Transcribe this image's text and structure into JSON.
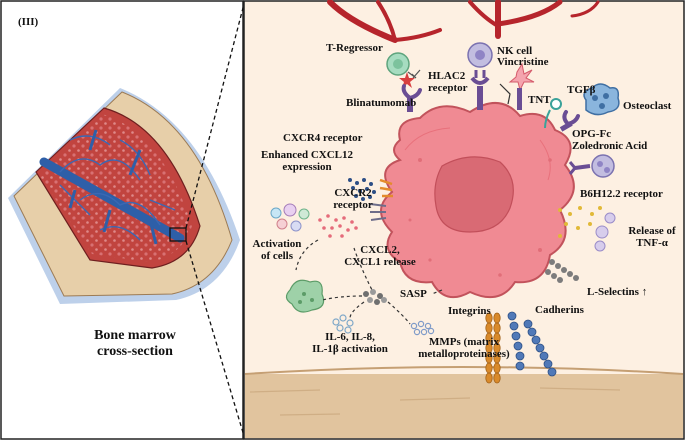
{
  "panel": {
    "tag": "(III)"
  },
  "left": {
    "caption_line1": "Bone marrow",
    "caption_line2": "cross-section"
  },
  "labels": {
    "t_regressor": "T-Regressor",
    "nk_cell": "NK cell",
    "vincristine": "Vincristine",
    "hlac2_line1": "HLAC2",
    "hlac2_line2": "receptor",
    "tnt": "TNT",
    "tgfb": "TGFβ",
    "osteoclast": "Osteoclast",
    "blinatumomab": "Blinatumomab",
    "opg_line1": "OPG-Fc",
    "opg_line2": "Zoledronic Acid",
    "cxcr4": "CXCR4 receptor",
    "cxcl12_line1": "Enhanced CXCL12",
    "cxcl12_line2": "expression",
    "b6h12": "B6H12.2 receptor",
    "cxcr2_line1": "CXCR2",
    "cxcr2_line2": "receptor",
    "tnf_line1": "Release of",
    "tnf_line2": "TNF-α",
    "activation_line1": "Activation",
    "activation_line2": "of  cells",
    "cxcl2_line1": "CXCL2,",
    "cxcl2_line2": "CXCL1 release",
    "l_selectins": "L-Selectins ↑",
    "sasp": "SASP",
    "integrins": "Integrins",
    "cadherins": "Cadherins",
    "il_line1": "IL-6, IL-8,",
    "il_line2": "IL-1β activation",
    "mmp_line1": "MMPs (matrix",
    "mmp_line2": "metalloproteinases)"
  },
  "colors": {
    "background": "#fdf0e2",
    "tumor_cell": "#f08a93",
    "nucleus": "#d96a74",
    "vessel": "#b6252c",
    "bone_cortex": "#e7cfa9",
    "marrow": "#c1443f",
    "bone_vessel": "#2e5fa8",
    "receptor": "#6a4d94",
    "integrin": "#d98a2b",
    "cadherin": "#5079b8",
    "floor": "#e1c49e"
  }
}
